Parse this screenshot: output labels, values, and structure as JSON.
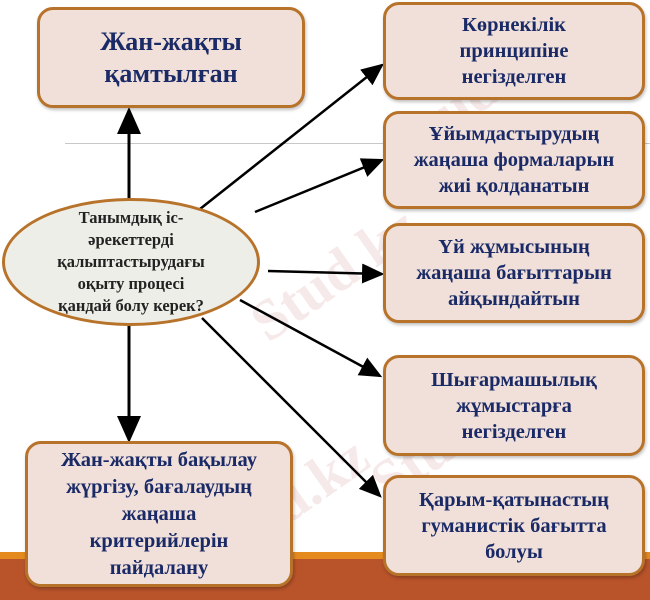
{
  "diagram": {
    "center": {
      "text": "Танымдық іс-\nәрекеттерді\nқалыптастырудағы\nоқыту процесі\nқандай болу керек?"
    },
    "top_left": {
      "text": "Жан-жақты\nқамтылған"
    },
    "bottom_left": {
      "text": "Жан-жақты бақылау\nжүргізу, бағалаудың\nжаңаша\nкритерийлерін\nпайдалану"
    },
    "right": [
      {
        "text": "Көрнекілік\nпринципіне\nнегізделген"
      },
      {
        "text": "Ұйымдастырудың\nжаңаша формаларын\nжиі қолданатын"
      },
      {
        "text": "Үй жұмысының\nжаңаша бағыттарын\nайқындайтын"
      },
      {
        "text": "Шығармашылық\nжұмыстарға\nнегізделген"
      },
      {
        "text": "Қарым-қатынастың\nгуманистік бағытта\nболуы"
      }
    ],
    "watermark": "Stud.kz",
    "colors": {
      "box_fill": "#f1e0da",
      "box_border": "#b8732b",
      "text": "#1a2a66",
      "ellipse_fill": "#eeeee8",
      "band_orange": "#e58a1f",
      "band_rust": "#b8532a"
    }
  }
}
